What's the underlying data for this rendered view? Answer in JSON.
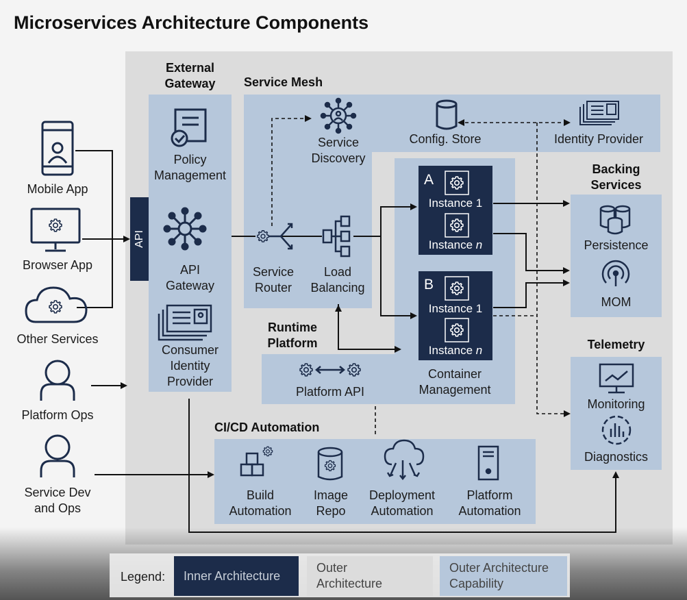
{
  "title": "Microservices Architecture Components",
  "clients": {
    "mobile_app": "Mobile App",
    "browser_app": "Browser App",
    "other_services": "Other Services",
    "platform_ops": "Platform Ops",
    "service_dev_line1": "Service Dev",
    "service_dev_line2": "and Ops"
  },
  "external_gateway": {
    "header_line1": "External",
    "header_line2": "Gateway",
    "api_label": "API",
    "policy_line1": "Policy",
    "policy_line2": "Management",
    "gateway_line1": "API",
    "gateway_line2": "Gateway",
    "consumer_line1": "Consumer",
    "consumer_line2": "Identity",
    "consumer_line3": "Provider"
  },
  "service_mesh": {
    "header": "Service Mesh",
    "discovery_line1": "Service",
    "discovery_line2": "Discovery",
    "config_store": "Config. Store",
    "identity_provider": "Identity Provider",
    "router_line1": "Service",
    "router_line2": "Router",
    "lb_line1": "Load",
    "lb_line2": "Balancing"
  },
  "containers": {
    "a_letter": "A",
    "b_letter": "B",
    "instance_1": "Instance 1",
    "instance_n_prefix": "Instance",
    "instance_n_suffix": "n",
    "mgmt_line1": "Container",
    "mgmt_line2": "Management"
  },
  "runtime": {
    "header_line1": "Runtime",
    "header_line2": "Platform",
    "platform_api": "Platform API"
  },
  "backing": {
    "header_line1": "Backing",
    "header_line2": "Services",
    "persistence": "Persistence",
    "mom": "MOM"
  },
  "telemetry": {
    "header": "Telemetry",
    "monitoring": "Monitoring",
    "diagnostics": "Diagnostics"
  },
  "cicd": {
    "header": "CI/CD Automation",
    "build_line1": "Build",
    "build_line2": "Automation",
    "repo_line1": "Image",
    "repo_line2": "Repo",
    "deploy_line1": "Deployment",
    "deploy_line2": "Automation",
    "platform_line1": "Platform",
    "platform_line2": "Automation"
  },
  "legend": {
    "label": "Legend:",
    "inner": "Inner Architecture",
    "outer_line1": "Outer",
    "outer_line2": "Architecture",
    "capability_line1": "Outer Architecture",
    "capability_line2": "Capability"
  },
  "colors": {
    "inner": "#1c2c4a",
    "capability": "#b6c7db",
    "outer": "#dcdcdc",
    "icon": "#1c2c4a"
  }
}
